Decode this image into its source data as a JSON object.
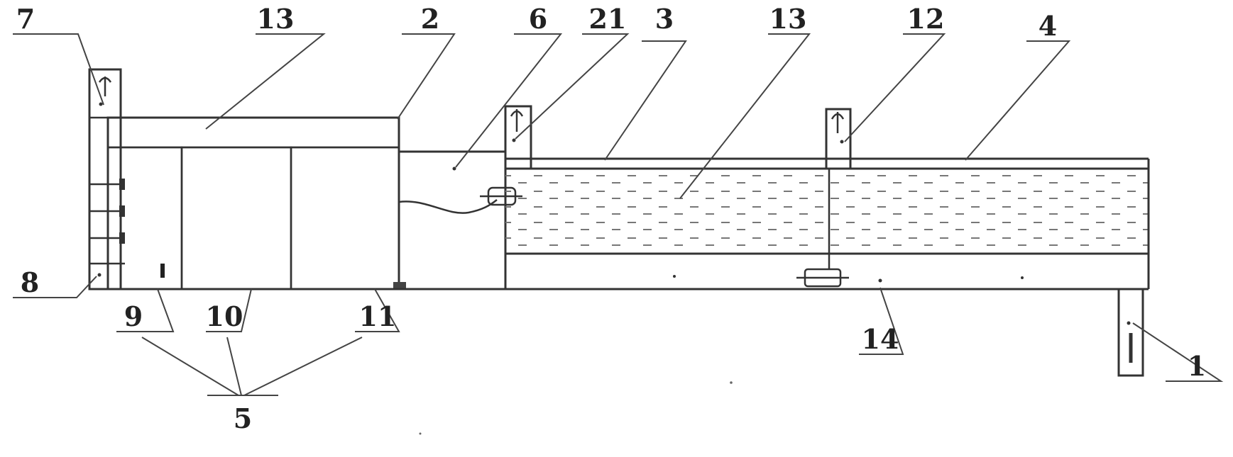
{
  "labels": {
    "l7": "7",
    "l13a": "13",
    "l2": "2",
    "l6": "6",
    "l21": "21",
    "l3": "3",
    "l13b": "13",
    "l12": "12",
    "l4": "4",
    "l8": "8",
    "l9": "9",
    "l10": "10",
    "l11": "11",
    "l14": "14",
    "l1": "1",
    "l5": "5"
  },
  "colors": {
    "ink": "#333333",
    "background": "#ffffff"
  }
}
